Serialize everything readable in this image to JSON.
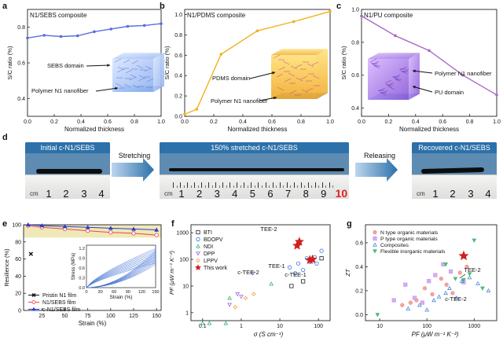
{
  "panels": {
    "a": {
      "letter": "a",
      "title": "N1/SEBS composite",
      "xlabel": "Normalized thickness",
      "ylabel": "S/C ratio (%)",
      "xticks": [
        "0.0",
        "0.2",
        "0.4",
        "0.6",
        "0.8",
        "1.0"
      ],
      "yticks": [
        "0.4",
        "0.6",
        "0.8"
      ],
      "labels": [
        "SEBS domain",
        "Polymer N1 nanofiber"
      ],
      "color": "#5a6ee0"
    },
    "b": {
      "letter": "b",
      "title": "N1/PDMS composite",
      "xlabel": "Normalized thickness",
      "ylabel": "S/C ratio (%)",
      "xticks": [
        "0.0",
        "0.2",
        "0.4",
        "0.6",
        "0.8",
        "1.0"
      ],
      "yticks": [
        "0.0",
        "0.2",
        "0.4",
        "0.6",
        "0.8",
        "1.0"
      ],
      "labels": [
        "PDMS domain",
        "Polymer N1 nanofiber"
      ],
      "color": "#f2b21d"
    },
    "c": {
      "letter": "c",
      "title": "N1/PU composite",
      "xlabel": "Normalized thickness",
      "ylabel": "S/C ratio (%)",
      "xticks": [
        "0.0",
        "0.2",
        "0.4",
        "0.6",
        "0.8",
        "1.0"
      ],
      "yticks": [
        "0.4",
        "0.6",
        "0.8",
        "1.0"
      ],
      "labels": [
        "Polymer N1 nanofiber",
        "PU domain"
      ],
      "color": "#a86ac8"
    },
    "d": {
      "letter": "d",
      "photos": [
        "Initial c-N1/SEBS",
        "150% stretched c-N1/SEBS",
        "Recovered c-N1/SEBS"
      ],
      "arrows": [
        "Stretching",
        "Releasing"
      ],
      "ruler_left": [
        "1",
        "2",
        "3",
        "4"
      ],
      "ruler_mid": [
        "1",
        "2",
        "3",
        "4",
        "5",
        "6",
        "7",
        "8",
        "9",
        "10"
      ],
      "ruler_right": [
        "1",
        "2",
        "3",
        "4"
      ],
      "cm": "cm"
    },
    "e": {
      "letter": "e",
      "xlabel": "Strain (%)",
      "ylabel": "Resilience (%)",
      "xticks": [
        "25",
        "50",
        "75",
        "100",
        "125",
        "150"
      ],
      "yticks": [
        "0",
        "20",
        "40",
        "60",
        "80",
        "100"
      ],
      "legend": [
        "Pristin N1 film",
        "N1/SEBS film",
        "c-N1/SEBS film"
      ],
      "inset_xlabel": "Strain (%)",
      "inset_ylabel": "Stress (MPa)",
      "inset_xticks": [
        "0",
        "30",
        "60",
        "90",
        "120",
        "150"
      ],
      "inset_yticks": [
        "0.0",
        "0.3",
        "0.6",
        "0.9",
        "1.2"
      ]
    },
    "f": {
      "letter": "f",
      "xlabel": "σ (S cm⁻¹)",
      "ylabel": "PF (μW m⁻¹ K⁻²)",
      "xticks": [
        "0.1",
        "1",
        "10",
        "100"
      ],
      "yticks": [
        "1",
        "10",
        "100",
        "1000"
      ],
      "legend": [
        "BTI",
        "BDOPV",
        "NDI",
        "DPP",
        "LPPV",
        "This work"
      ],
      "annotations": [
        "TEE-2",
        "c-TEE-2",
        "TEE-1",
        "c-TEE-1"
      ]
    },
    "g": {
      "letter": "g",
      "xlabel": "PF (μW m⁻¹ K⁻²)",
      "ylabel": "ZT",
      "xticks": [
        "10",
        "100",
        "1000"
      ],
      "yticks": [
        "0.0",
        "0.2",
        "0.4",
        "0.6"
      ],
      "legend": [
        "N type organic materials",
        "P type organic materials",
        "Composites",
        "Flexible inorganic materials"
      ],
      "annotations": [
        "TEE-2",
        "c-TEE-2"
      ]
    }
  },
  "chart_data": [
    {
      "panel": "a",
      "type": "line",
      "x": [
        0.0,
        0.125,
        0.25,
        0.375,
        0.5,
        0.625,
        0.75,
        0.875,
        1.0
      ],
      "series": [
        {
          "values": [
            0.74,
            0.755,
            0.748,
            0.752,
            0.775,
            0.79,
            0.805,
            0.81,
            0.82
          ]
        }
      ],
      "xlabel": "Normalized thickness",
      "ylabel": "S/C ratio (%)",
      "xlim": [
        0,
        1
      ],
      "ylim": [
        0.3,
        0.9
      ]
    },
    {
      "panel": "b",
      "type": "line",
      "x": [
        0.0,
        0.083,
        0.25,
        0.5,
        0.75,
        1.0
      ],
      "series": [
        {
          "values": [
            0.02,
            0.07,
            0.61,
            0.84,
            0.93,
            1.03
          ]
        }
      ],
      "xlabel": "Normalized thickness",
      "ylabel": "S/C ratio (%)",
      "xlim": [
        0,
        1
      ],
      "ylim": [
        0,
        1.05
      ]
    },
    {
      "panel": "c",
      "type": "line",
      "x": [
        0.0,
        0.25,
        0.5,
        0.75,
        1.0
      ],
      "series": [
        {
          "values": [
            0.96,
            0.84,
            0.75,
            0.6,
            0.48
          ]
        }
      ],
      "xlabel": "Normalized thickness",
      "ylabel": "S/C ratio (%)",
      "xlim": [
        0,
        1
      ],
      "ylim": [
        0.35,
        1.0
      ]
    },
    {
      "panel": "e",
      "type": "line",
      "x": [
        10,
        25,
        50,
        75,
        100,
        125,
        150
      ],
      "series": [
        {
          "name": "Pristin N1 film",
          "x": [
            13
          ],
          "values": [
            66
          ]
        },
        {
          "name": "N1/SEBS film",
          "values": [
            99,
            97,
            95,
            93,
            91,
            90,
            88
          ]
        },
        {
          "name": "c-N1/SEBS film",
          "values": [
            100,
            99,
            98,
            97,
            96,
            95,
            94
          ]
        }
      ],
      "xlabel": "Strain (%)",
      "ylabel": "Resilience (%)",
      "xlim": [
        5,
        155
      ],
      "ylim": [
        0,
        100
      ],
      "inset": {
        "type": "line",
        "xlabel": "Strain (%)",
        "ylabel": "Stress (MPa)",
        "xlim": [
          0,
          150
        ],
        "ylim": [
          0,
          1.3
        ],
        "curves": 10,
        "max_stress": [
          0.75,
          1.2
        ]
      }
    },
    {
      "panel": "f",
      "type": "scatter",
      "xscale": "log",
      "yscale": "log",
      "xlabel": "σ (S cm⁻¹)",
      "ylabel": "PF (μW m⁻¹ K⁻²)",
      "xlim": [
        0.05,
        200
      ],
      "ylim": [
        0.5,
        2000
      ],
      "series": [
        {
          "name": "BTI",
          "x": [
            20,
            40,
            120
          ],
          "y": [
            10,
            15,
            110
          ]
        },
        {
          "name": "BDOPV",
          "x": [
            18,
            25,
            30,
            40,
            50,
            60,
            80,
            90,
            120
          ],
          "y": [
            50,
            30,
            70,
            40,
            110,
            80,
            120,
            70,
            210
          ]
        },
        {
          "name": "NDI",
          "x": [
            0.1,
            0.15,
            0.4,
            0.5,
            6
          ],
          "y": [
            0.4,
            0.4,
            0.4,
            3.5,
            12
          ]
        },
        {
          "name": "DPP",
          "x": [
            0.5,
            0.8,
            1.0,
            2.0
          ],
          "y": [
            2,
            5,
            4,
            30
          ]
        },
        {
          "name": "LPPV",
          "x": [
            0.7,
            1.3,
            2.1
          ],
          "y": [
            1.6,
            3.5,
            5
          ]
        },
        {
          "name": "This work",
          "x": [
            28,
            32,
            60,
            70
          ],
          "y": [
            330,
            460,
            95,
            100
          ]
        }
      ]
    },
    {
      "panel": "g",
      "type": "scatter",
      "xscale": "log",
      "xlabel": "PF (μW m⁻¹ K⁻²)",
      "ylabel": "ZT",
      "xlim": [
        5,
        3000
      ],
      "ylim": [
        -0.05,
        0.75
      ],
      "series": [
        {
          "name": "N type organic materials",
          "x": [
            30,
            45,
            60,
            90,
            130,
            200,
            260,
            350,
            500,
            700
          ],
          "y": [
            0.08,
            0.1,
            0.12,
            0.22,
            0.17,
            0.3,
            0.25,
            0.18,
            0.35,
            0.4
          ]
        },
        {
          "name": "P type organic materials",
          "x": [
            20,
            35,
            55,
            80,
            110,
            150,
            220,
            320,
            600
          ],
          "y": [
            0.12,
            0.25,
            0.14,
            0.1,
            0.28,
            0.33,
            0.42,
            0.36,
            0.27
          ]
        },
        {
          "name": "Composites",
          "x": [
            40,
            70,
            100,
            140,
            180,
            250,
            300,
            420,
            550,
            800,
            1200,
            2000
          ],
          "y": [
            0.05,
            0.08,
            0.04,
            0.12,
            0.15,
            0.18,
            0.22,
            0.14,
            0.28,
            0.31,
            0.26,
            0.2
          ]
        },
        {
          "name": "Flexible inorganic materials",
          "x": [
            9,
            250,
            400,
            600,
            800,
            1000,
            1500
          ],
          "y": [
            0.0,
            0.42,
            0.3,
            0.29,
            0.34,
            0.62,
            0.22
          ]
        },
        {
          "name": "This work",
          "x": [
            600,
            620
          ],
          "y": [
            0.49,
            0.3
          ]
        }
      ]
    }
  ]
}
